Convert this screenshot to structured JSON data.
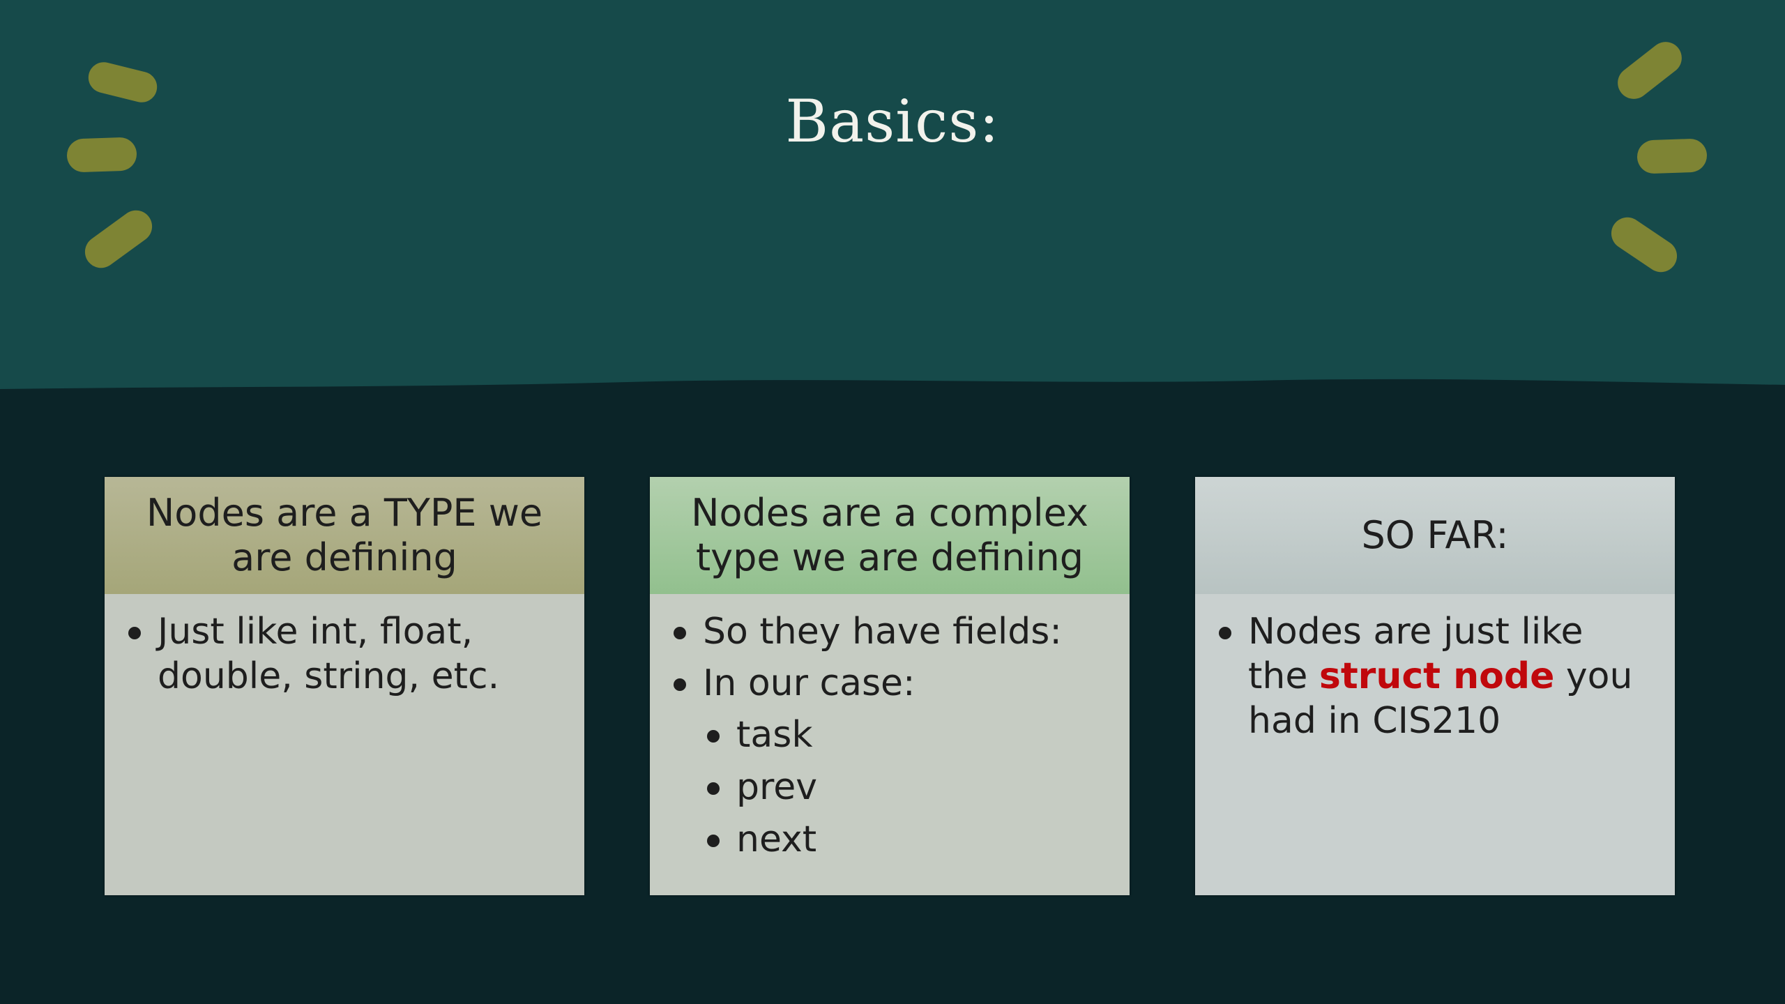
{
  "slide": {
    "title": "Basics:",
    "colors": {
      "background_dark": "#0b2428",
      "background_band": "#164a4a",
      "accent_dashes": "#7e8434",
      "emphasis_red": "#c0080c"
    }
  },
  "cards": [
    {
      "header_lines": [
        "Nodes are a TYPE we",
        "are defining"
      ],
      "bullets": [
        {
          "lines": [
            "Just like int, float,",
            "double, string, etc."
          ]
        }
      ]
    },
    {
      "header_lines": [
        "Nodes are a complex",
        "type we are defining"
      ],
      "bullets": [
        {
          "text": "So they have fields:"
        },
        {
          "text": "In our case:"
        }
      ],
      "sub_bullets": [
        "task",
        "prev",
        "next"
      ]
    },
    {
      "header_lines": [
        "SO FAR:"
      ],
      "bullet": {
        "line1": "Nodes are just like",
        "line2_pre": "the ",
        "line2_emph": "struct node",
        "line2_post": " you",
        "line3": "had in CIS210"
      }
    }
  ]
}
